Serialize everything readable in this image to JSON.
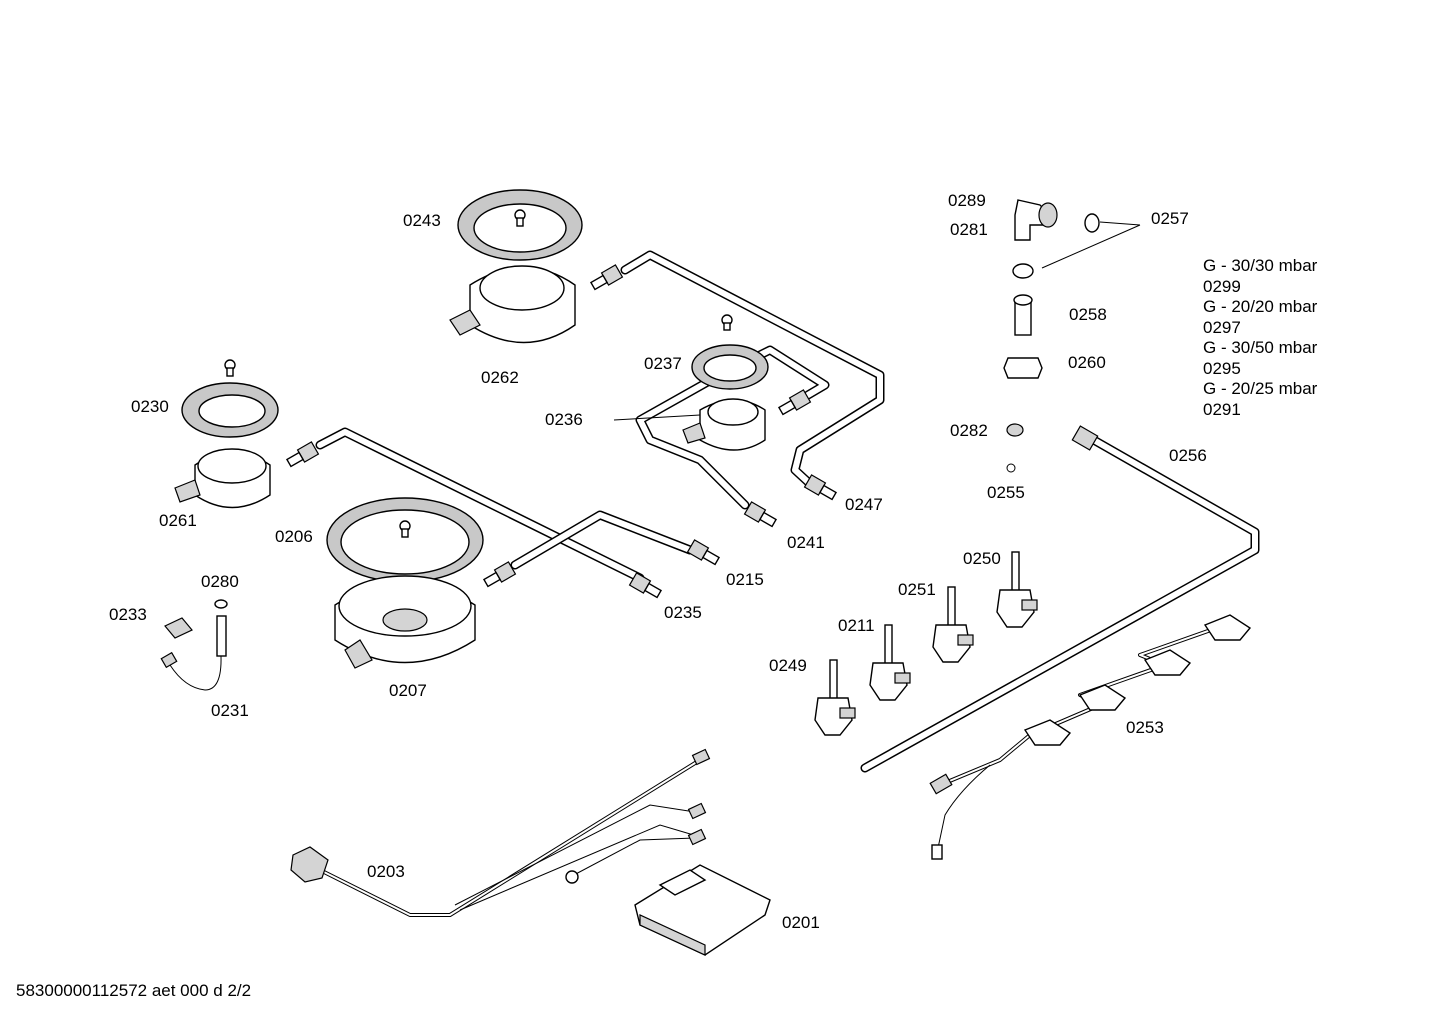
{
  "labels": {
    "p0201": "0201",
    "p0203": "0203",
    "p0206": "0206",
    "p0207": "0207",
    "p0211": "0211",
    "p0215": "0215",
    "p0230": "0230",
    "p0231": "0231",
    "p0233": "0233",
    "p0235": "0235",
    "p0236": "0236",
    "p0237": "0237",
    "p0241": "0241",
    "p0243": "0243",
    "p0247": "0247",
    "p0249": "0249",
    "p0250": "0250",
    "p0251": "0251",
    "p0253": "0253",
    "p0255": "0255",
    "p0256": "0256",
    "p0257": "0257",
    "p0258": "0258",
    "p0260": "0260",
    "p0261": "0261",
    "p0262": "0262",
    "p0280": "0280",
    "p0281": "0281",
    "p0282": "0282",
    "p0289": "0289"
  },
  "gas_legend": [
    {
      "spec": "G - 30/30 mbar",
      "part": "0299"
    },
    {
      "spec": "G - 20/20 mbar",
      "part": "0297"
    },
    {
      "spec": "G - 30/50 mbar",
      "part": "0295"
    },
    {
      "spec": "G - 20/25 mbar",
      "part": "0291"
    }
  ],
  "footer": "58300000112572 aet 000 d 2/2"
}
